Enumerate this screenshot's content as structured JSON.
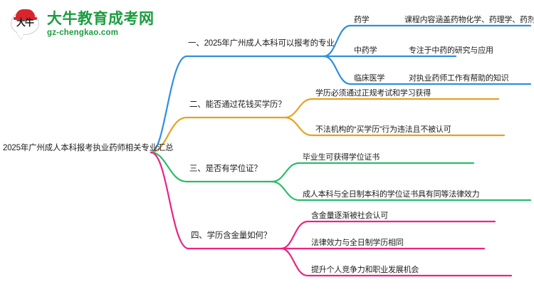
{
  "logo": {
    "mark_glyph": "大牛",
    "title": "大牛教育成考网",
    "domain": "gz-chengkao.com",
    "brand_green": "#1a9d3f",
    "brand_red": "#d9262c"
  },
  "mindmap": {
    "root": {
      "label": "2025年广州成人本科报考执业药师相关专业汇总"
    },
    "branches": [
      {
        "label": "一、2025年广州成人本科可以报考的专业",
        "color": "#2f8fe0",
        "leaves": [
          {
            "key": "药学",
            "text": "课程内容涵盖药物化学、药理学、药剂学等"
          },
          {
            "key": "中药学",
            "text": "专注于中药的研究与应用"
          },
          {
            "key": "临床医学",
            "text": "对执业药师工作有帮助的知识"
          }
        ]
      },
      {
        "label": "二、能否通过花钱买学历？",
        "color": "#e8a020",
        "leaves": [
          {
            "key": "",
            "text": "学历必须通过正规考试和学习获得"
          },
          {
            "key": "",
            "text": "不法机构的“买学历”行为违法且不被认可"
          }
        ]
      },
      {
        "label": "三、是否有学位证？",
        "color": "#28bd6a",
        "leaves": [
          {
            "key": "",
            "text": "毕业生可获得学位证书"
          },
          {
            "key": "",
            "text": "成人本科与全日制本科的学位证书具有同等法律效力"
          }
        ]
      },
      {
        "label": "四、学历含金量如何？",
        "color": "#ec2384",
        "leaves": [
          {
            "key": "",
            "text": "含金量逐渐被社会认可"
          },
          {
            "key": "",
            "text": "法律效力与全日制学历相同"
          },
          {
            "key": "",
            "text": "提升个人竞争力和职业发展机会"
          }
        ]
      }
    ]
  }
}
